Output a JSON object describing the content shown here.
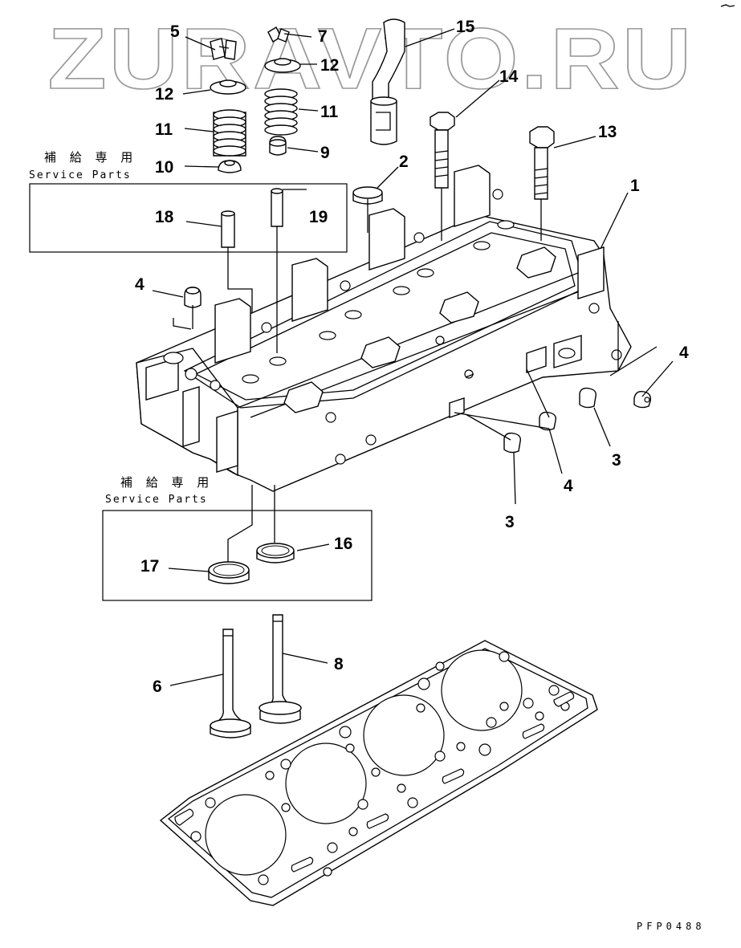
{
  "watermark": "ZURAVTO.RU",
  "drawing_code": "PFP0488",
  "service_boxes": [
    {
      "jp": "補 給 専 用",
      "en": "Service Parts"
    },
    {
      "jp": "補 給 専 用",
      "en": "Service Parts"
    }
  ],
  "callouts": {
    "c1": "1",
    "c2": "2",
    "c3a": "3",
    "c3b": "3",
    "c4a": "4",
    "c4b": "4",
    "c4c": "4",
    "c5": "5",
    "c6": "6",
    "c7": "7",
    "c8": "8",
    "c9": "9",
    "c10": "10",
    "c11a": "11",
    "c11b": "11",
    "c12a": "12",
    "c12b": "12",
    "c13": "13",
    "c14": "14",
    "c15": "15",
    "c16": "16",
    "c17": "17",
    "c18": "18",
    "c19": "19"
  },
  "parts": [
    {
      "ref": "1",
      "name": "cylinder-head"
    },
    {
      "ref": "2",
      "name": "cup-plug"
    },
    {
      "ref": "3",
      "name": "plug"
    },
    {
      "ref": "4",
      "name": "plug"
    },
    {
      "ref": "5",
      "name": "valve-cotter"
    },
    {
      "ref": "6",
      "name": "intake-valve"
    },
    {
      "ref": "7",
      "name": "valve-cotter"
    },
    {
      "ref": "8",
      "name": "exhaust-valve"
    },
    {
      "ref": "9",
      "name": "valve-stem-seal"
    },
    {
      "ref": "10",
      "name": "valve-stem-seal"
    },
    {
      "ref": "11",
      "name": "valve-spring"
    },
    {
      "ref": "12",
      "name": "spring-retainer"
    },
    {
      "ref": "13",
      "name": "head-bolt"
    },
    {
      "ref": "14",
      "name": "head-bolt"
    },
    {
      "ref": "15",
      "name": "breather-tube"
    },
    {
      "ref": "16",
      "name": "valve-seat-insert"
    },
    {
      "ref": "17",
      "name": "valve-seat-insert"
    },
    {
      "ref": "18",
      "name": "valve-guide"
    },
    {
      "ref": "19",
      "name": "valve-guide"
    },
    {
      "ref": "gasket",
      "name": "cylinder-head-gasket"
    }
  ]
}
